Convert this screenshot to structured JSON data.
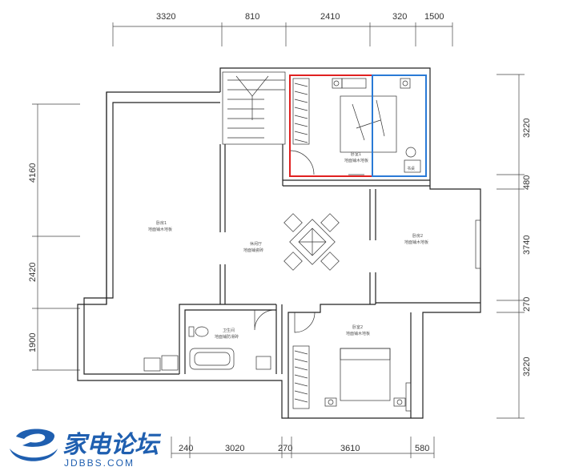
{
  "dimensions": {
    "top": [
      "3320",
      "810",
      "2410",
      "320",
      "1500"
    ],
    "bottom": [
      "240",
      "3020",
      "270",
      "3610",
      "580"
    ],
    "left": [
      "4160",
      "2420",
      "1900"
    ],
    "right": [
      "3220",
      "480",
      "3740",
      "270",
      "3220"
    ]
  },
  "rooms": {
    "big_left_name": "卧房1",
    "big_left_note": "地面铺木地板",
    "living_name": "休闲厅",
    "living_note": "地面铺瓷砖",
    "bed1_name": "卧室1",
    "bed1_note": "地面铺木地板",
    "right_name": "卧房2",
    "right_note": "地面铺木地板",
    "bath_name": "卫生间",
    "bath_note": "地面铺防滑砖",
    "bed2_name": "卧室2",
    "bed2_note": "地面铺木地板",
    "desk_label": "书桌"
  },
  "highlight_colors": {
    "red": "#e02020",
    "blue": "#2a7ad6"
  },
  "logo": {
    "cn": "家电论坛",
    "en": "JDBBS.COM"
  }
}
